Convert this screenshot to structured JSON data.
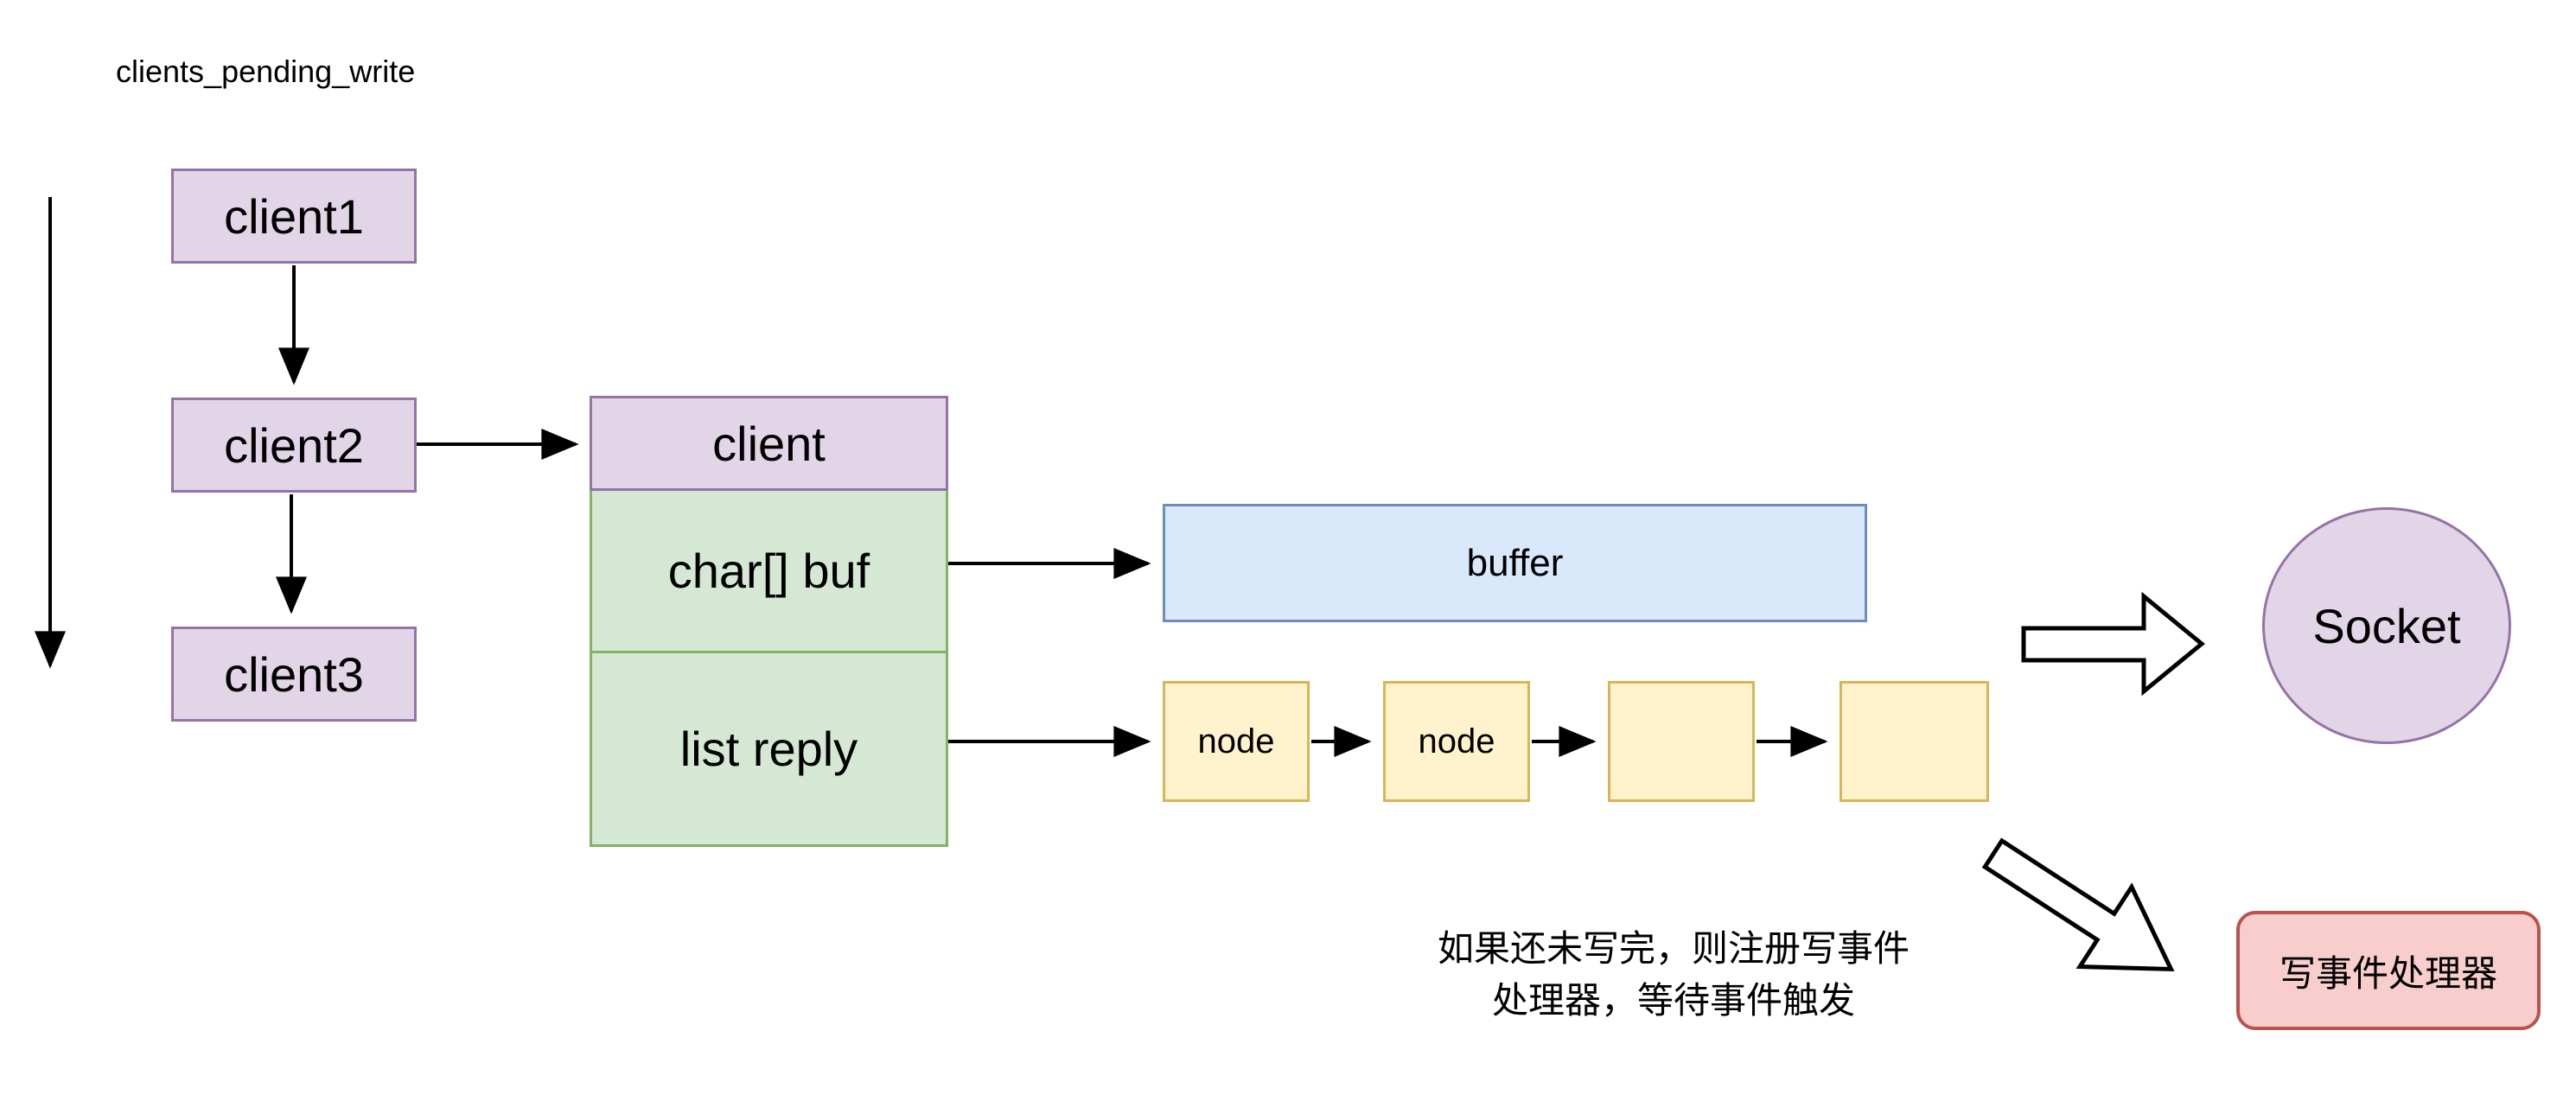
{
  "diagram": {
    "title": "clients_pending_write",
    "clients": [
      {
        "label": "client1"
      },
      {
        "label": "client2"
      },
      {
        "label": "client3"
      }
    ],
    "struct": {
      "header": "client",
      "fields": [
        {
          "label": "char[] buf"
        },
        {
          "label": "list reply"
        }
      ]
    },
    "buffer_label": "buffer",
    "nodes": [
      {
        "label": "node"
      },
      {
        "label": "node"
      },
      {
        "label": ""
      },
      {
        "label": ""
      }
    ],
    "socket_label": "Socket",
    "handler_label": "写事件处理器",
    "annotation": {
      "line1": "如果还未写完，则注册写事件",
      "line2": "处理器，等待事件触发"
    },
    "colors": {
      "purple_fill": "#E1D5E7",
      "purple_stroke": "#9673A6",
      "green_fill": "#D5E8D4",
      "green_stroke": "#82B366",
      "blue_fill": "#DAE8FC",
      "blue_stroke": "#6C8EBF",
      "yellow_fill": "#FFF2CC",
      "yellow_stroke": "#D6B656",
      "red_fill": "#F8CECC",
      "red_stroke": "#B85450",
      "arrow": "#000000"
    }
  }
}
